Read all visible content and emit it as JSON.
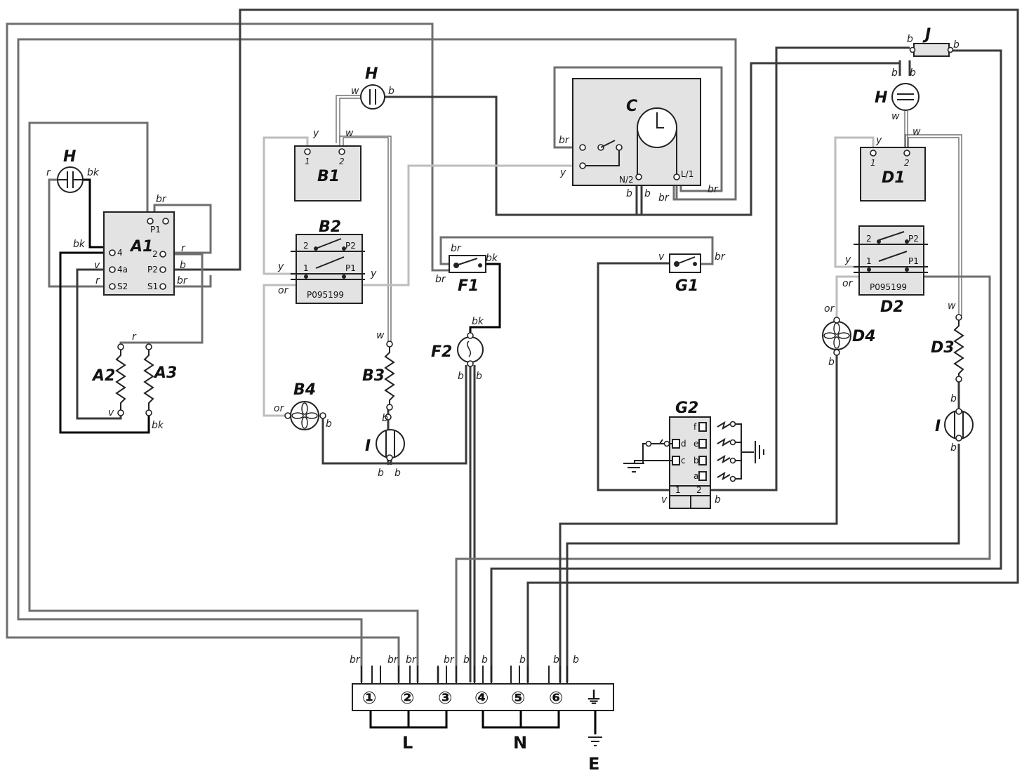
{
  "components": {
    "A1": "A1",
    "A2": "A2",
    "A3": "A3",
    "B1": "B1",
    "B2": "B2",
    "B3": "B3",
    "B4": "B4",
    "C": "C",
    "D1": "D1",
    "D2": "D2",
    "D3": "D3",
    "D4": "D4",
    "F1": "F1",
    "F2": "F2",
    "G1": "G1",
    "G2": "G2",
    "H": "H",
    "I": "I",
    "J": "J"
  },
  "part_number": "P095199",
  "pins": {
    "p4": "4",
    "p4a": "4a",
    "pS2": "S2",
    "p2": "2",
    "pP2": "P2",
    "pS1": "S1",
    "pP1": "P1",
    "one": "1",
    "two": "2",
    "N2": "N/2",
    "L1": "L/1",
    "a": "a",
    "b": "b",
    "c": "c",
    "d": "d",
    "e": "e",
    "f": "f"
  },
  "wire_codes": {
    "br": "br",
    "b": "b",
    "bk": "bk",
    "r": "r",
    "v": "v",
    "y": "y",
    "w": "w",
    "or": "or"
  },
  "terminal_block": {
    "terminals": [
      "①",
      "②",
      "③",
      "④",
      "⑤",
      "⑥",
      "⏚"
    ],
    "groups": [
      "L",
      "N",
      "E"
    ]
  },
  "wire_colors": {
    "dark": "#3a3a3a",
    "brown": "#6f6f6f",
    "yellow": "#bdbdbd",
    "black": "#000000",
    "box": "#e3e3e3"
  }
}
